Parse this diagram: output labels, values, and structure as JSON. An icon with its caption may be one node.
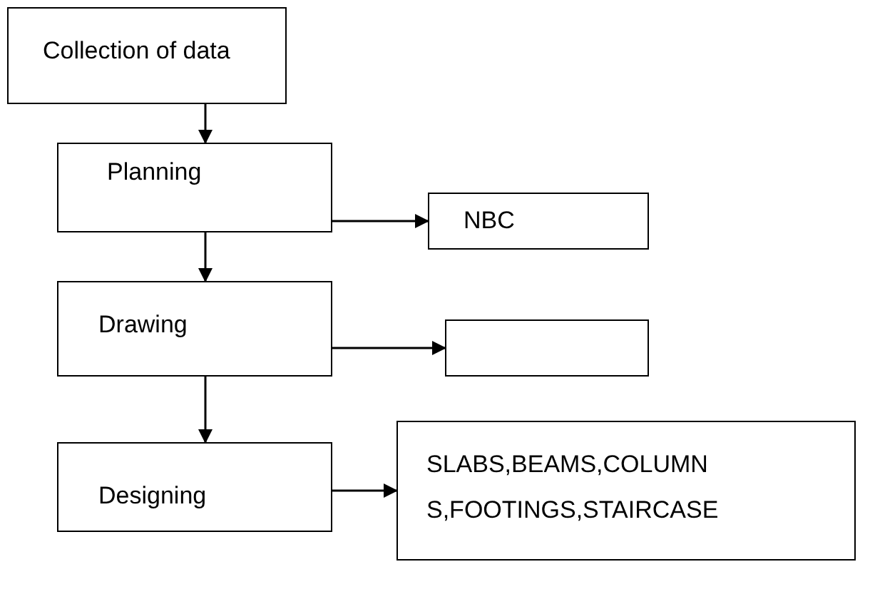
{
  "diagram": {
    "nodes": [
      {
        "text": [
          "Collection of data"
        ]
      },
      {
        "text": [
          "Planning"
        ]
      },
      {
        "text": [
          "NBC"
        ]
      },
      {
        "text": [
          "Drawing"
        ]
      },
      {
        "text": [],
        "shape": "box"
      },
      {
        "text": [
          "Designing"
        ]
      },
      {
        "text": [
          "SLABS,BEAMS,COLUMN S,FOOTINGS,STAIRCASE"
        ]
      }
    ],
    "edges": [
      {
        "from": 0,
        "to": 1,
        "arrow": "to"
      },
      {
        "from": 1,
        "to": 2,
        "arrow": "to"
      },
      {
        "from": 1,
        "to": 3,
        "arrow": "to"
      },
      {
        "from": 3,
        "to": 4,
        "arrow": "to"
      },
      {
        "from": 3,
        "to": 5,
        "arrow": "to"
      },
      {
        "from": 5,
        "to": 6,
        "arrow": "to"
      }
    ]
  }
}
